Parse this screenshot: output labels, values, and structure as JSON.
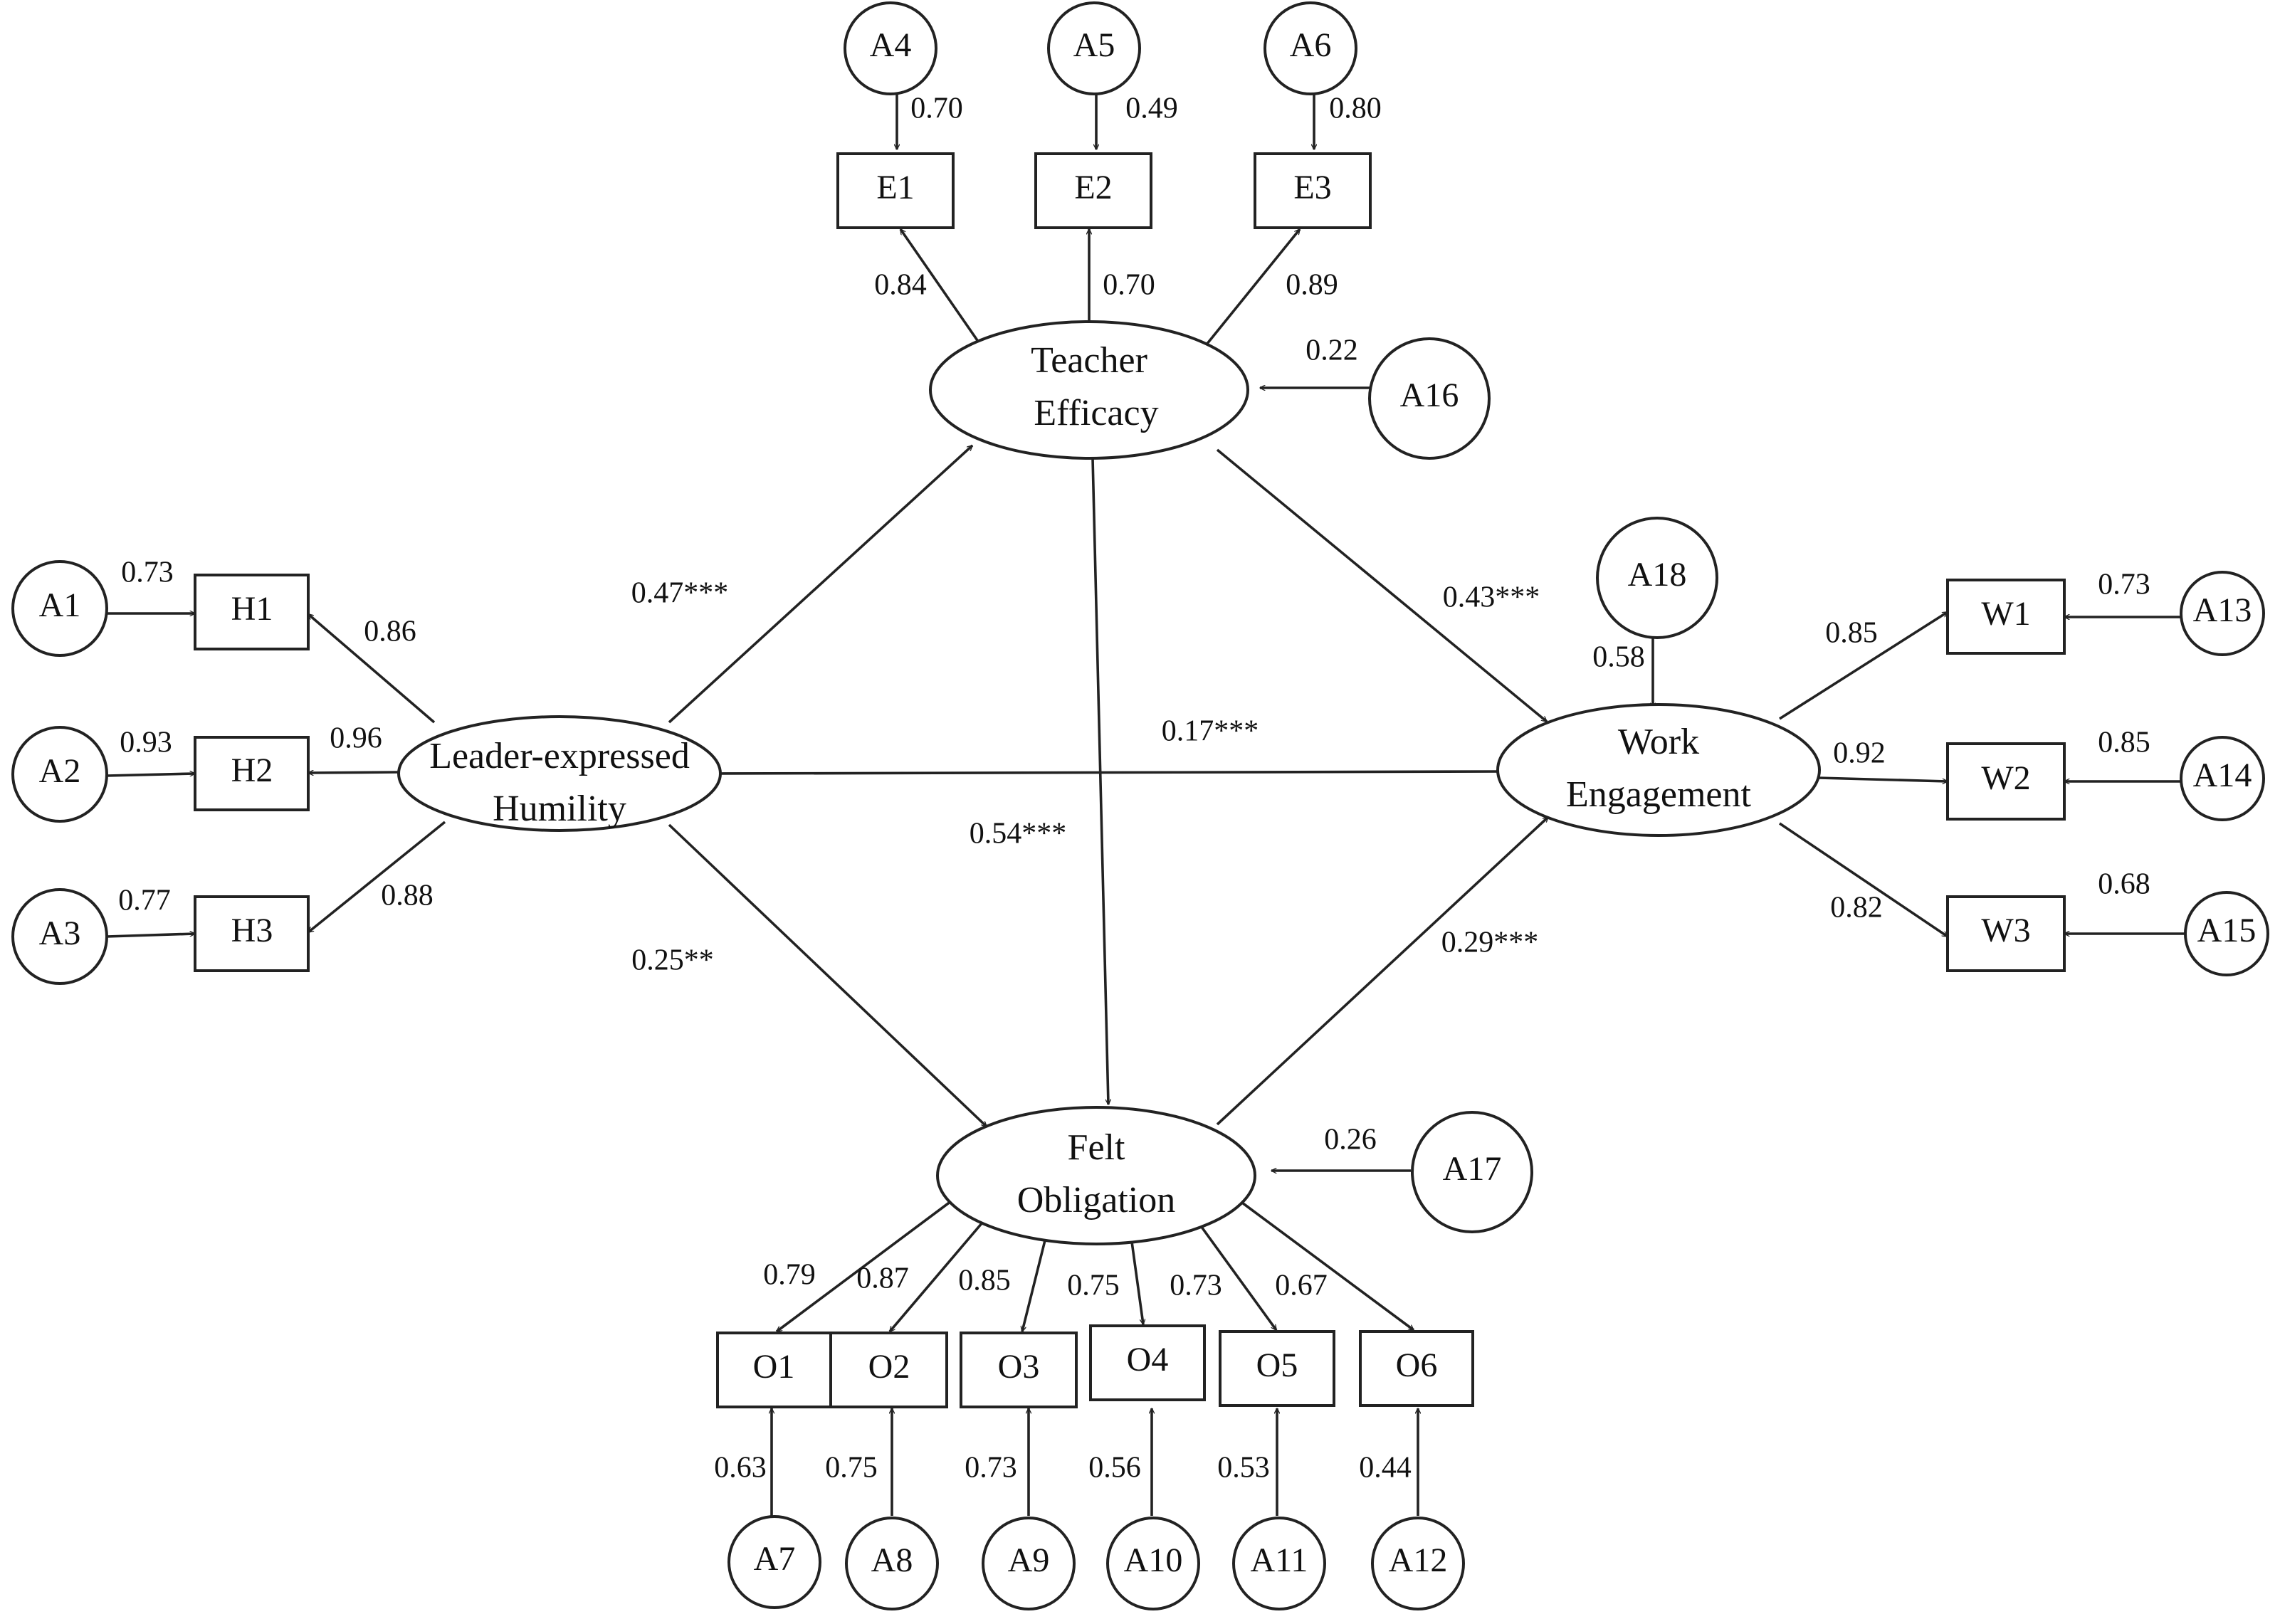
{
  "latents": {
    "humility": [
      "Leader-expressed",
      "Humility"
    ],
    "efficacy": [
      "Teacher",
      "Efficacy"
    ],
    "engagement": [
      "Work",
      "Engagement"
    ],
    "obligation": [
      "Felt",
      "Obligation"
    ]
  },
  "indicators": {
    "H1": "H1",
    "H2": "H2",
    "H3": "H3",
    "E1": "E1",
    "E2": "E2",
    "E3": "E3",
    "W1": "W1",
    "W2": "W2",
    "W3": "W3",
    "O1": "O1",
    "O2": "O2",
    "O3": "O3",
    "O4": "O4",
    "O5": "O5",
    "O6": "O6"
  },
  "errors": {
    "A1": "A1",
    "A2": "A2",
    "A3": "A3",
    "A4": "A4",
    "A5": "A5",
    "A6": "A6",
    "A7": "A7",
    "A8": "A8",
    "A9": "A9",
    "A10": "A10",
    "A11": "A11",
    "A12": "A12",
    "A13": "A13",
    "A14": "A14",
    "A15": "A15",
    "A16": "A16",
    "A17": "A17",
    "A18": "A18"
  },
  "structural_paths": {
    "humility_efficacy": "0.47***",
    "humility_engagement": "0.17***",
    "humility_obligation": "0.25**",
    "efficacy_engagement": "0.43***",
    "efficacy_obligation": "0.54***",
    "obligation_engagement": "0.29***"
  },
  "loadings": {
    "H1": "0.86",
    "H2": "0.96",
    "H3": "0.88",
    "E1": "0.84",
    "E2": "0.70",
    "E3": "0.89",
    "W1": "0.85",
    "W2": "0.92",
    "W3": "0.82",
    "O1": "0.79",
    "O2": "0.87",
    "O3": "0.85",
    "O4": "0.75",
    "O5": "0.73",
    "O6": "0.67"
  },
  "error_paths": {
    "A1": "0.73",
    "A2": "0.93",
    "A3": "0.77",
    "A4": "0.70",
    "A5": "0.49",
    "A6": "0.80",
    "A7": "0.63",
    "A8": "0.75",
    "A9": "0.73",
    "A10": "0.56",
    "A11": "0.53",
    "A12": "0.44",
    "A13": "0.73",
    "A14": "0.85",
    "A15": "0.68",
    "A16": "0.22",
    "A17": "0.26",
    "A18": "0.58"
  }
}
